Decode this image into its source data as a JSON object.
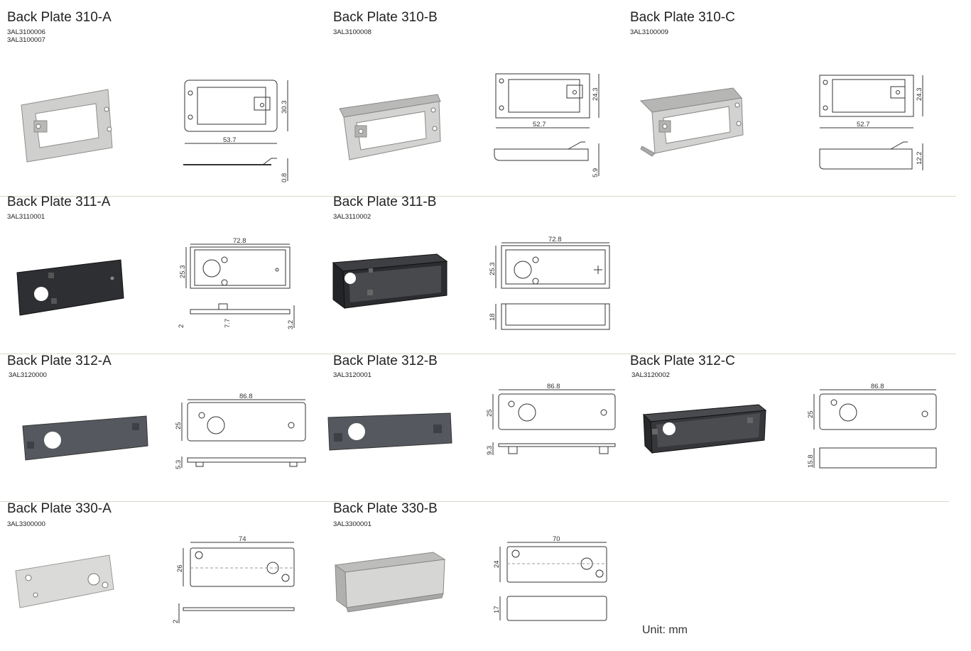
{
  "sections": [
    {
      "title": "Back Plate 310-A",
      "codes": [
        "3AL3100006",
        "3AL3100007"
      ],
      "dims": [
        "30.3",
        "53.7",
        "0.8"
      ]
    },
    {
      "title": "Back Plate 310-B",
      "codes": [
        "3AL3100008"
      ],
      "dims": [
        "24.3",
        "52.7",
        "5.9"
      ]
    },
    {
      "title": "Back Plate 310-C",
      "codes": [
        "3AL3100009"
      ],
      "dims": [
        "24.3",
        "52.7",
        "12.2"
      ]
    },
    {
      "title": "Back Plate 311-A",
      "codes": [
        "3AL3110001"
      ],
      "dims": [
        "72.8",
        "25.3",
        "2",
        "7.7",
        "3.2"
      ]
    },
    {
      "title": "Back Plate 311-B",
      "codes": [
        "3AL3110002"
      ],
      "dims": [
        "72.8",
        "25.3",
        "18"
      ]
    },
    {
      "title": "Back Plate 312-A",
      "codes": [
        "3AL3120000"
      ],
      "dims": [
        "86.8",
        "25",
        "5.3"
      ]
    },
    {
      "title": "Back Plate 312-B",
      "codes": [
        "3AL3120001"
      ],
      "dims": [
        "86.8",
        "25",
        "9.3"
      ]
    },
    {
      "title": "Back Plate 312-C",
      "codes": [
        "3AL3120002"
      ],
      "dims": [
        "86.8",
        "25",
        "15.8"
      ]
    },
    {
      "title": "Back Plate 330-A",
      "codes": [
        "3AL3300000"
      ],
      "dims": [
        "74",
        "26",
        "2"
      ]
    },
    {
      "title": "Back Plate 330-B",
      "codes": [
        "3AL3300001"
      ],
      "dims": [
        "70",
        "24",
        "17"
      ]
    }
  ],
  "unit_label": "Unit: mm",
  "colors": {
    "steel": "#c9c9c7",
    "steel_edge": "#8b8b89",
    "dark_plate": "#2f3033",
    "grey_plate": "#555a60",
    "line": "#333333",
    "rule": "#d9d6cc"
  }
}
